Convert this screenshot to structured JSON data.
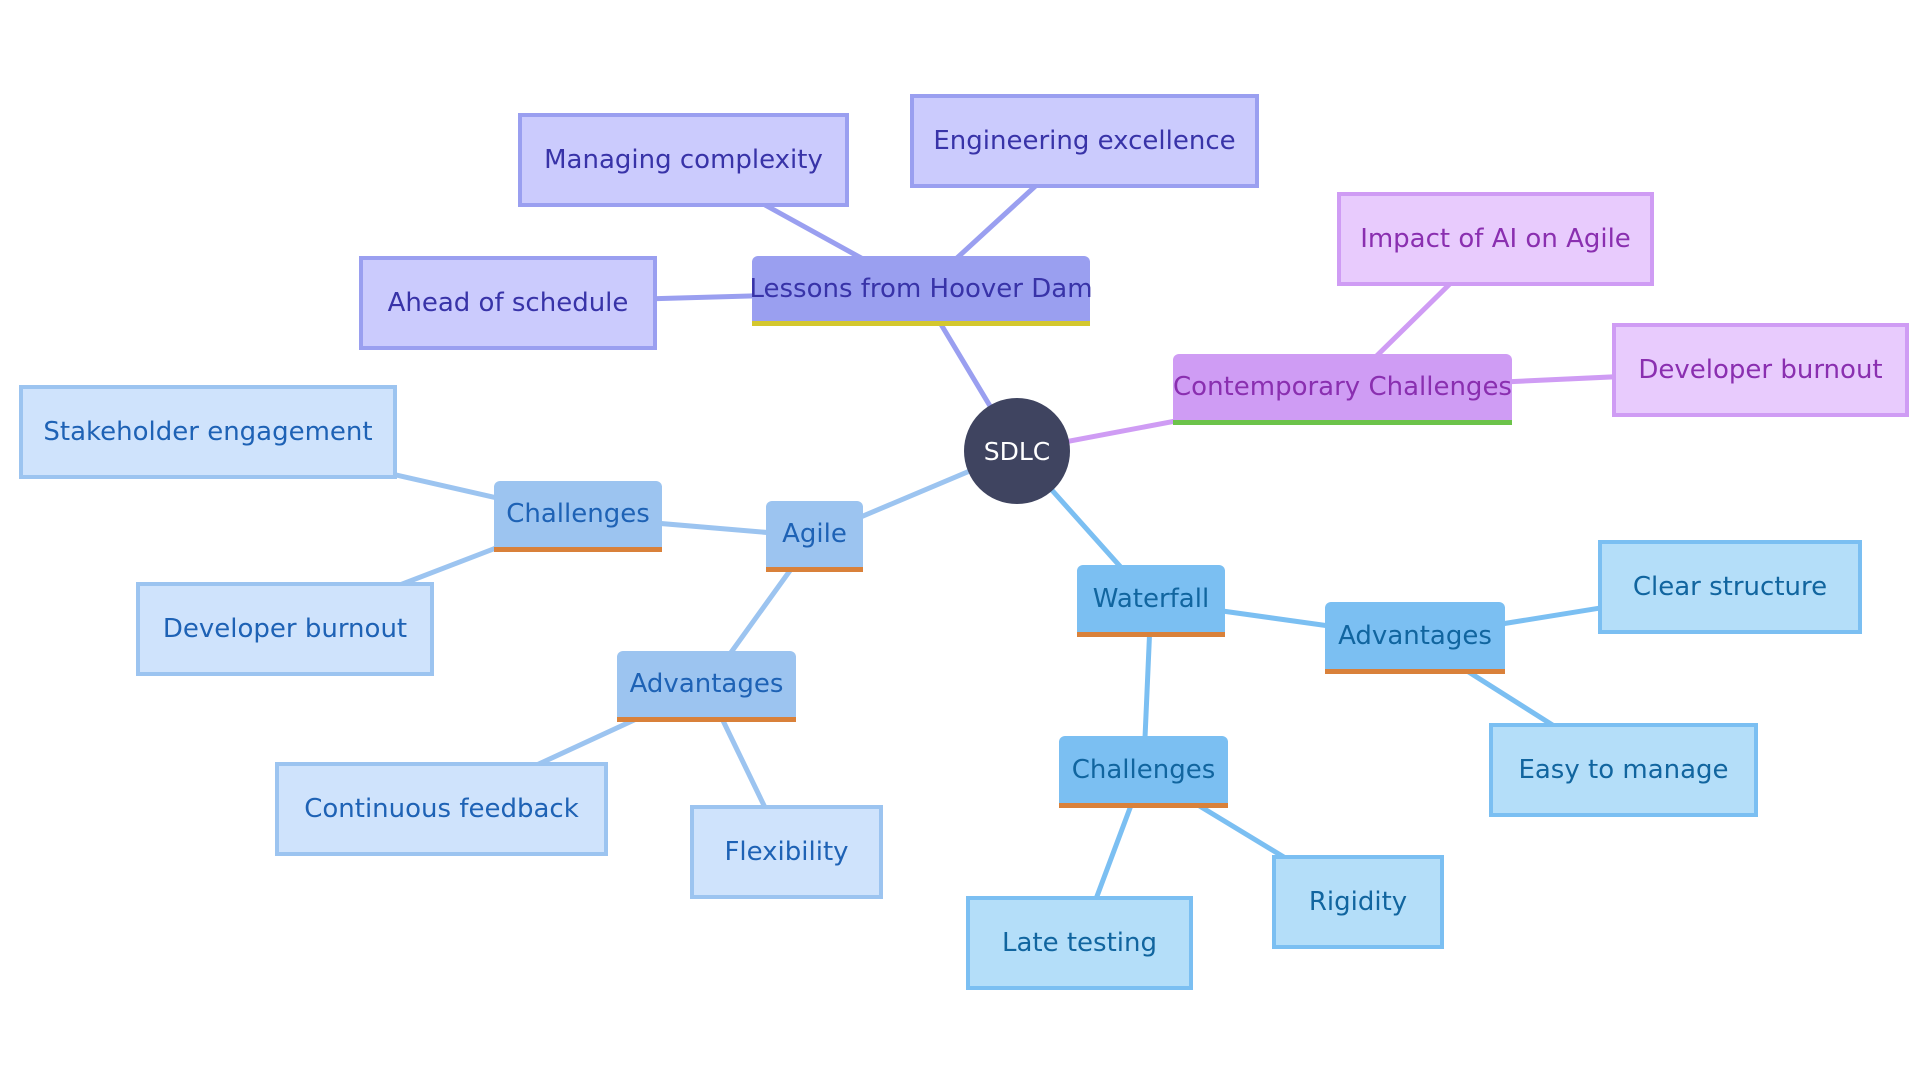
{
  "colors": {
    "root_fill": "#3f4460",
    "root_text": "#ffffff",
    "hoover_branch_fill": "#9a9ff0",
    "hoover_leaf_fill": "#cbcbfd",
    "hoover_leaf_border": "#9a9ff0",
    "hoover_text": "#3833a8",
    "hoover_line": "#9a9ff0",
    "hoover_underline": "#d4c72e",
    "contemporary_branch_fill": "#cf9cf4",
    "contemporary_leaf_fill": "#e8cbfd",
    "contemporary_leaf_border": "#cf9cf4",
    "contemporary_text": "#8a2fb0",
    "contemporary_line": "#cf9cf4",
    "contemporary_underline": "#6cc34a",
    "agile_branch_fill": "#9cc4f0",
    "agile_leaf_fill": "#cfe3fc",
    "agile_leaf_border": "#9cc4f0",
    "agile_text": "#1e62b5",
    "agile_line": "#9cc4f0",
    "waterfall_branch_fill": "#7bbff2",
    "waterfall_leaf_fill": "#b4def9",
    "waterfall_leaf_border": "#7bbff2",
    "waterfall_text": "#11659f",
    "waterfall_line": "#7bbff2",
    "sub_underline": "#d9813a"
  },
  "nodes": [
    {
      "id": "sdlc",
      "label": "SDLC"
    },
    {
      "id": "hoover",
      "label": "Lessons from Hoover Dam"
    },
    {
      "id": "managing",
      "label": "Managing complexity"
    },
    {
      "id": "engineering",
      "label": "Engineering excellence"
    },
    {
      "id": "ahead",
      "label": "Ahead of schedule"
    },
    {
      "id": "contemporary",
      "label": "Contemporary Challenges"
    },
    {
      "id": "impact-ai",
      "label": "Impact of AI on Agile"
    },
    {
      "id": "dev-burnout-contemp",
      "label": "Developer burnout"
    },
    {
      "id": "agile",
      "label": "Agile"
    },
    {
      "id": "agile-challenges",
      "label": "Challenges"
    },
    {
      "id": "stakeholder",
      "label": "Stakeholder engagement"
    },
    {
      "id": "dev-burnout-agile",
      "label": "Developer burnout"
    },
    {
      "id": "agile-advantages",
      "label": "Advantages"
    },
    {
      "id": "continuous",
      "label": "Continuous feedback"
    },
    {
      "id": "flexibility",
      "label": "Flexibility"
    },
    {
      "id": "waterfall",
      "label": "Waterfall"
    },
    {
      "id": "waterfall-advantages",
      "label": "Advantages"
    },
    {
      "id": "clear",
      "label": "Clear structure"
    },
    {
      "id": "easy",
      "label": "Easy to manage"
    },
    {
      "id": "waterfall-challenges",
      "label": "Challenges"
    },
    {
      "id": "late",
      "label": "Late testing"
    },
    {
      "id": "rigidity",
      "label": "Rigidity"
    }
  ],
  "edges": [
    [
      "sdlc",
      "hoover"
    ],
    [
      "hoover",
      "managing"
    ],
    [
      "hoover",
      "engineering"
    ],
    [
      "hoover",
      "ahead"
    ],
    [
      "sdlc",
      "contemporary"
    ],
    [
      "contemporary",
      "impact-ai"
    ],
    [
      "contemporary",
      "dev-burnout-contemp"
    ],
    [
      "sdlc",
      "agile"
    ],
    [
      "agile",
      "agile-challenges"
    ],
    [
      "agile-challenges",
      "stakeholder"
    ],
    [
      "agile-challenges",
      "dev-burnout-agile"
    ],
    [
      "agile",
      "agile-advantages"
    ],
    [
      "agile-advantages",
      "continuous"
    ],
    [
      "agile-advantages",
      "flexibility"
    ],
    [
      "sdlc",
      "waterfall"
    ],
    [
      "waterfall",
      "waterfall-advantages"
    ],
    [
      "waterfall-advantages",
      "clear"
    ],
    [
      "waterfall-advantages",
      "easy"
    ],
    [
      "waterfall",
      "waterfall-challenges"
    ],
    [
      "waterfall-challenges",
      "late"
    ],
    [
      "waterfall-challenges",
      "rigidity"
    ]
  ]
}
